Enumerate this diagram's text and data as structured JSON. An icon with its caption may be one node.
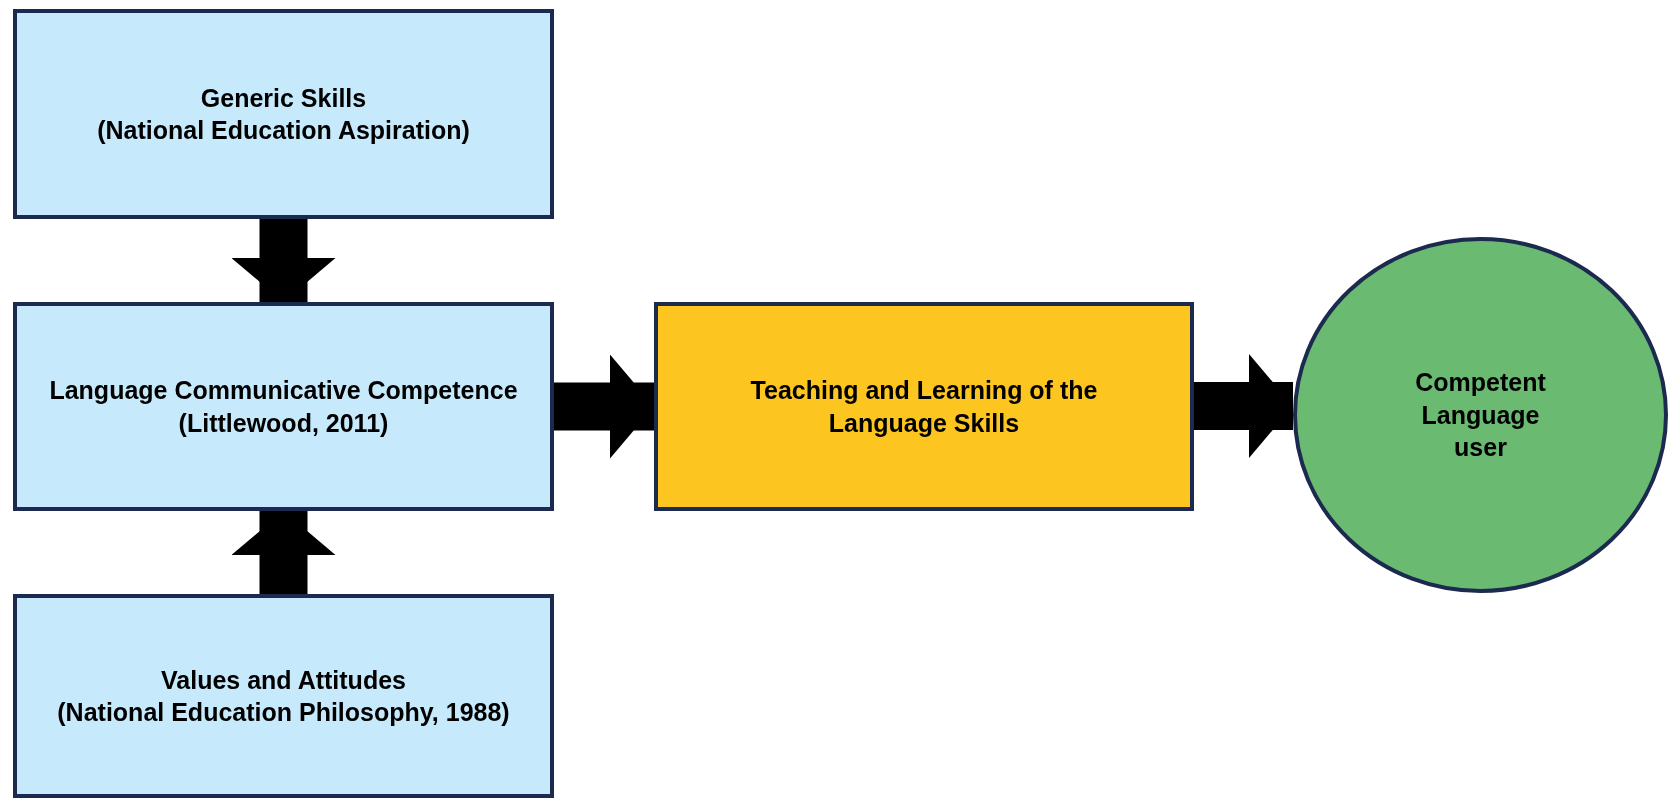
{
  "diagram": {
    "nodes": [
      {
        "text": [
          "Generic Skills",
          "(National Education Aspiration)"
        ]
      },
      {
        "text": [
          "Language Communicative Competence",
          "(Littlewood, 2011)"
        ]
      },
      {
        "text": [
          "Values and Attitudes",
          "(National Education Philosophy, 1988)"
        ]
      },
      {
        "text": [
          "Teaching and Learning of the Language Skills"
        ]
      },
      {
        "text": [
          "Competent Language user"
        ]
      }
    ],
    "edges": [
      {
        "from": 0,
        "to": 1,
        "arrow": "to"
      },
      {
        "from": 2,
        "to": 1,
        "arrow": "to"
      },
      {
        "from": 1,
        "to": 3,
        "arrow": "to"
      },
      {
        "from": 3,
        "to": 4,
        "arrow": "to"
      }
    ]
  }
}
